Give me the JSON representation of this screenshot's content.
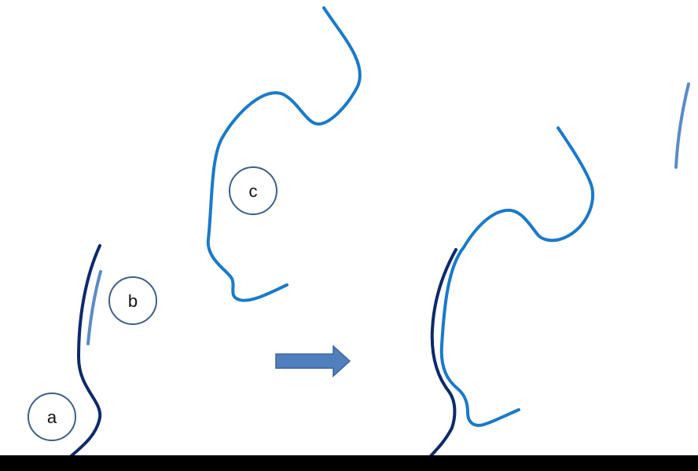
{
  "colors": {
    "strand_a": "#0e2a6b",
    "strand_b": "#5b8bc6",
    "strand_c": "#1a7ac8",
    "arrow": "#4f7fbe",
    "arrow_outline": "#3a629a",
    "circle_outline": "#3e5f86",
    "baseline": "#000000"
  },
  "labels": {
    "a": "a",
    "b": "b",
    "c": "c"
  }
}
